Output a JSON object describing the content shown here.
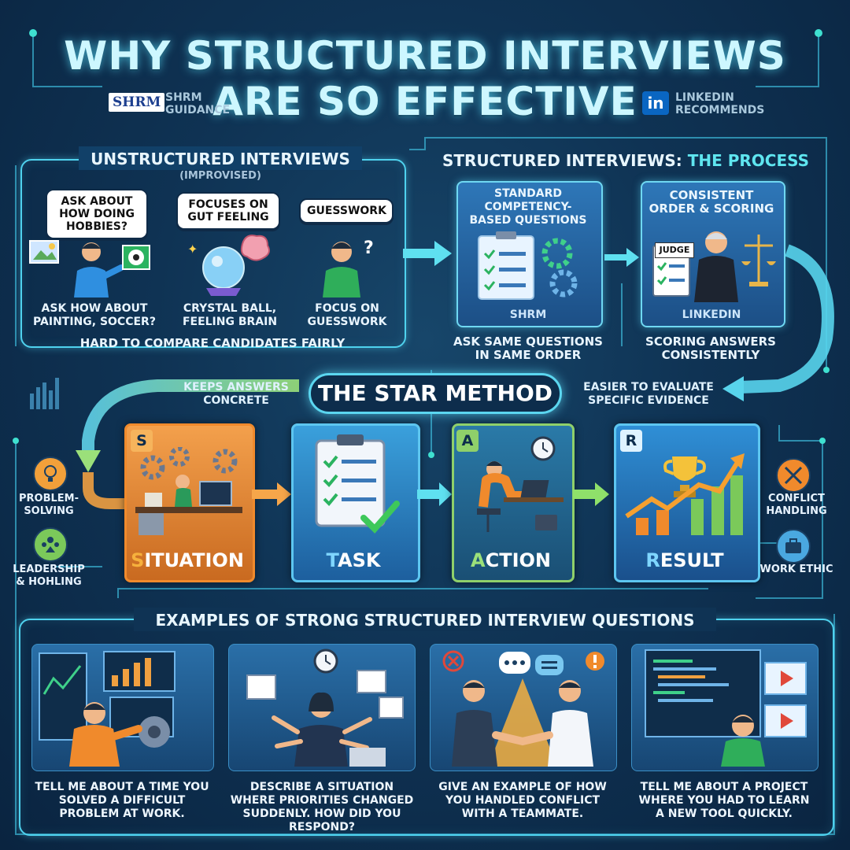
{
  "title_line1": "Why Structured Interviews",
  "title_line2": "Are So Effective",
  "badges": {
    "shrm_logo": "SHRM",
    "shrm_text_1": "SHRM",
    "shrm_text_2": "GUIDANCE",
    "li_logo": "in",
    "li_text_1": "LINKEDIN",
    "li_text_2": "RECOMMENDS"
  },
  "unstructured": {
    "heading": "Unstructured Interviews",
    "subheading": "(Improvised)",
    "items": [
      {
        "bubble": "Ask about how doing hobbies?",
        "caption": "Ask how about painting, soccer?"
      },
      {
        "bubble": "Focuses on gut feeling",
        "caption": "Crystal ball, feeling brain"
      },
      {
        "bubble": "Guesswork",
        "caption": "Focus on guesswork"
      }
    ],
    "footer": "Hard to compare candidates fairly"
  },
  "structured": {
    "heading_a": "Structured Interviews: ",
    "heading_b": "The Process",
    "cards": [
      {
        "title": "Standard competency-based questions",
        "source": "SHRM",
        "caption": "Ask same questions in same order"
      },
      {
        "title": "Consistent order & scoring",
        "tag": "JUDGE",
        "source": "LINKEDIN",
        "caption": "Scoring answers consistently"
      }
    ]
  },
  "star": {
    "title": "The STAR Method",
    "left_note": "Keeps answers concrete",
    "right_note": "Easier to evaluate specific evidence",
    "steps": [
      {
        "letter": "S",
        "first": "S",
        "rest": "ITUATION",
        "color": "#f08a2c"
      },
      {
        "letter": "",
        "first": "T",
        "rest": "ASK",
        "color": "#2f9fd8"
      },
      {
        "letter": "A",
        "first": "A",
        "rest": "CTION",
        "color": "#7bc95a"
      },
      {
        "letter": "R",
        "first": "R",
        "rest": "ESULT",
        "color": "#3a8fd8"
      }
    ],
    "side_left": [
      {
        "label": "Problem-solving",
        "icon": "lightbulb-icon"
      },
      {
        "label": "Leadership & hohling",
        "icon": "team-icon"
      }
    ],
    "side_right": [
      {
        "label": "Conflict handling",
        "icon": "crossed-swords-icon"
      },
      {
        "label": "Work ethic",
        "icon": "briefcase-icon"
      }
    ]
  },
  "examples": {
    "heading": "Examples of strong structured interview questions",
    "items": [
      "Tell me about a time you solved a difficult problem at work.",
      "Describe a situation where priorities changed suddenly. How did you respond?",
      "Give an example of how you handled conflict with a teammate.",
      "Tell me about a project where you had to learn a new tool quickly."
    ]
  },
  "colors": {
    "accent": "#4fd2ee",
    "background": "#0f3354",
    "orange": "#f08a2c",
    "green": "#7bc95a"
  }
}
